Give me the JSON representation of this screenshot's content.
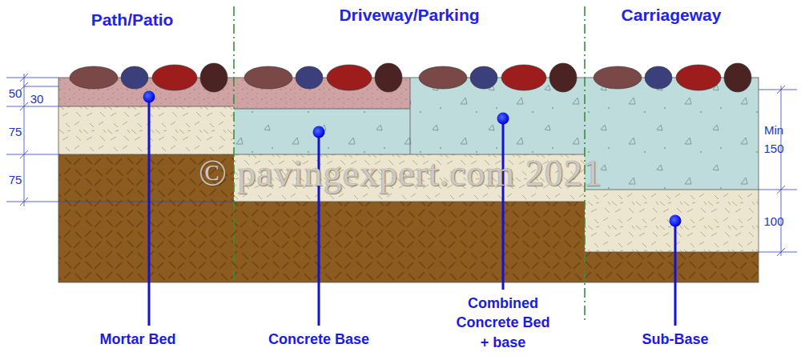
{
  "diagram": {
    "labels": [
      "Path/Patio",
      "Driveway/Parking",
      "Carriageway",
      "50",
      "30",
      "75",
      "75",
      "Min 150",
      "100",
      "© pavingexpert.com 2021",
      "Mortar Bed",
      "Concrete Base",
      "Combined Concrete Bed + base",
      "Sub-Base"
    ]
  }
}
